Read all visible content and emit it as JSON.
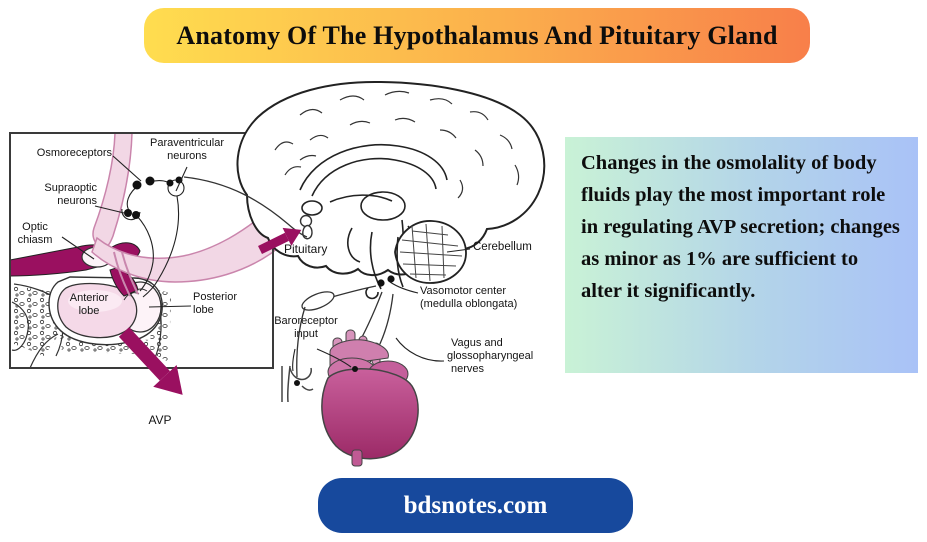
{
  "title": {
    "text": "Anatomy Of The Hypothalamus And Pituitary Gland"
  },
  "info_box": {
    "text": "Changes in the osmolality of body fluids play the most important role in regulating AVP secretion; changes as minor as 1% are sufficient to alter it significantly."
  },
  "footer": {
    "site": "bdsnotes.com"
  },
  "diagram": {
    "labels": {
      "osmoreceptors": "Osmoreceptors",
      "paraventricular_line1": "Paraventricular",
      "paraventricular_line2": "neurons",
      "supraoptic_line1": "Supraoptic",
      "supraoptic_line2": "neurons",
      "optic_chiasm_line1": "Optic",
      "optic_chiasm_line2": "chiasm",
      "anterior_lobe_line1": "Anterior",
      "anterior_lobe_line2": "lobe",
      "posterior_lobe_line1": "Posterior",
      "posterior_lobe_line2": "lobe",
      "avp": "AVP",
      "pituitary": "Pituitary",
      "cerebellum": "Cerebellum",
      "vasomotor_line1": "Vasomotor center",
      "vasomotor_line2": "(medulla oblongata)",
      "baroreceptor_line1": "Baroreceptor",
      "baroreceptor_line2": "input",
      "vagus_line1": "Vagus and",
      "vagus_line2": "glossopharyngeal",
      "vagus_line3": "nerves"
    }
  },
  "colors": {
    "banner_gradient_start": "#ffdd4f",
    "banner_gradient_end": "#f87f4a",
    "info_gradient_start": "#c9f2d6",
    "info_gradient_end": "#a9c2f7",
    "footer_button_blue": "#17499d",
    "accent_magenta": "#9a1060",
    "pink_light": "#f2d7e5",
    "heart_rose": "#c05490"
  }
}
